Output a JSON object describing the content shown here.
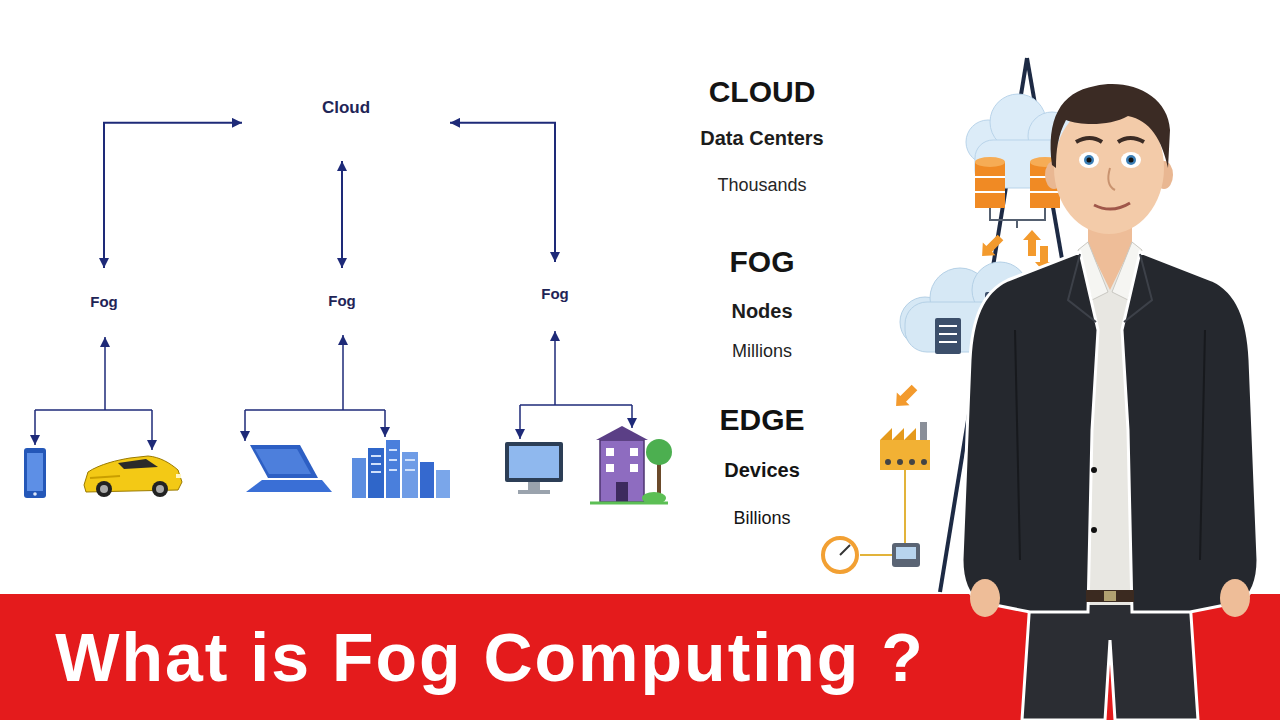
{
  "diagram": {
    "title": "What is Fog Computing ?",
    "nodes": [
      {
        "text": [
          "Cloud"
        ]
      },
      {
        "text": [
          "Fog"
        ]
      },
      {
        "text": [
          "Fog"
        ]
      },
      {
        "text": [
          "Fog"
        ]
      },
      {
        "text": [
          "CLOUD",
          "Data Centers",
          "Thousands"
        ]
      },
      {
        "text": [
          "FOG",
          "Nodes",
          "Millions"
        ]
      },
      {
        "text": [
          "EDGE",
          "Devices",
          "Billions"
        ]
      }
    ],
    "edges": [
      {
        "from": 0,
        "to": 1,
        "arrow": "both"
      },
      {
        "from": 0,
        "to": 2,
        "arrow": "both"
      },
      {
        "from": 0,
        "to": 3,
        "arrow": "both"
      }
    ]
  }
}
